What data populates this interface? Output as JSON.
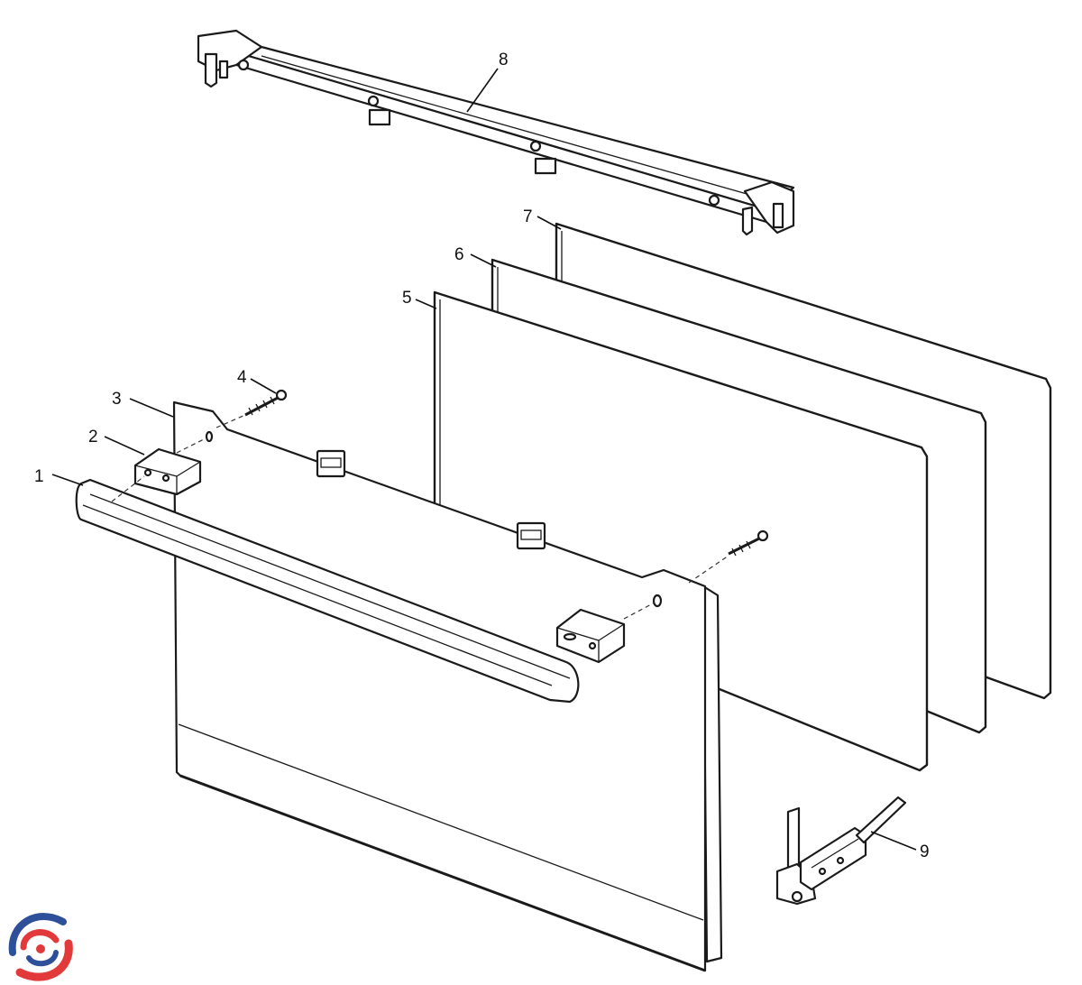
{
  "diagram": {
    "callouts": [
      {
        "id": "1",
        "label": "1"
      },
      {
        "id": "2",
        "label": "2"
      },
      {
        "id": "3",
        "label": "3"
      },
      {
        "id": "4",
        "label": "4"
      },
      {
        "id": "5",
        "label": "5"
      },
      {
        "id": "6",
        "label": "6"
      },
      {
        "id": "7",
        "label": "7"
      },
      {
        "id": "8",
        "label": "8"
      },
      {
        "id": "9",
        "label": "9"
      }
    ]
  },
  "colors": {
    "line": "#1a1a1a",
    "logo_red": "#e23a3a",
    "logo_blue": "#2e4f9a"
  },
  "icons": {
    "logo": "spiral-logo-icon"
  }
}
